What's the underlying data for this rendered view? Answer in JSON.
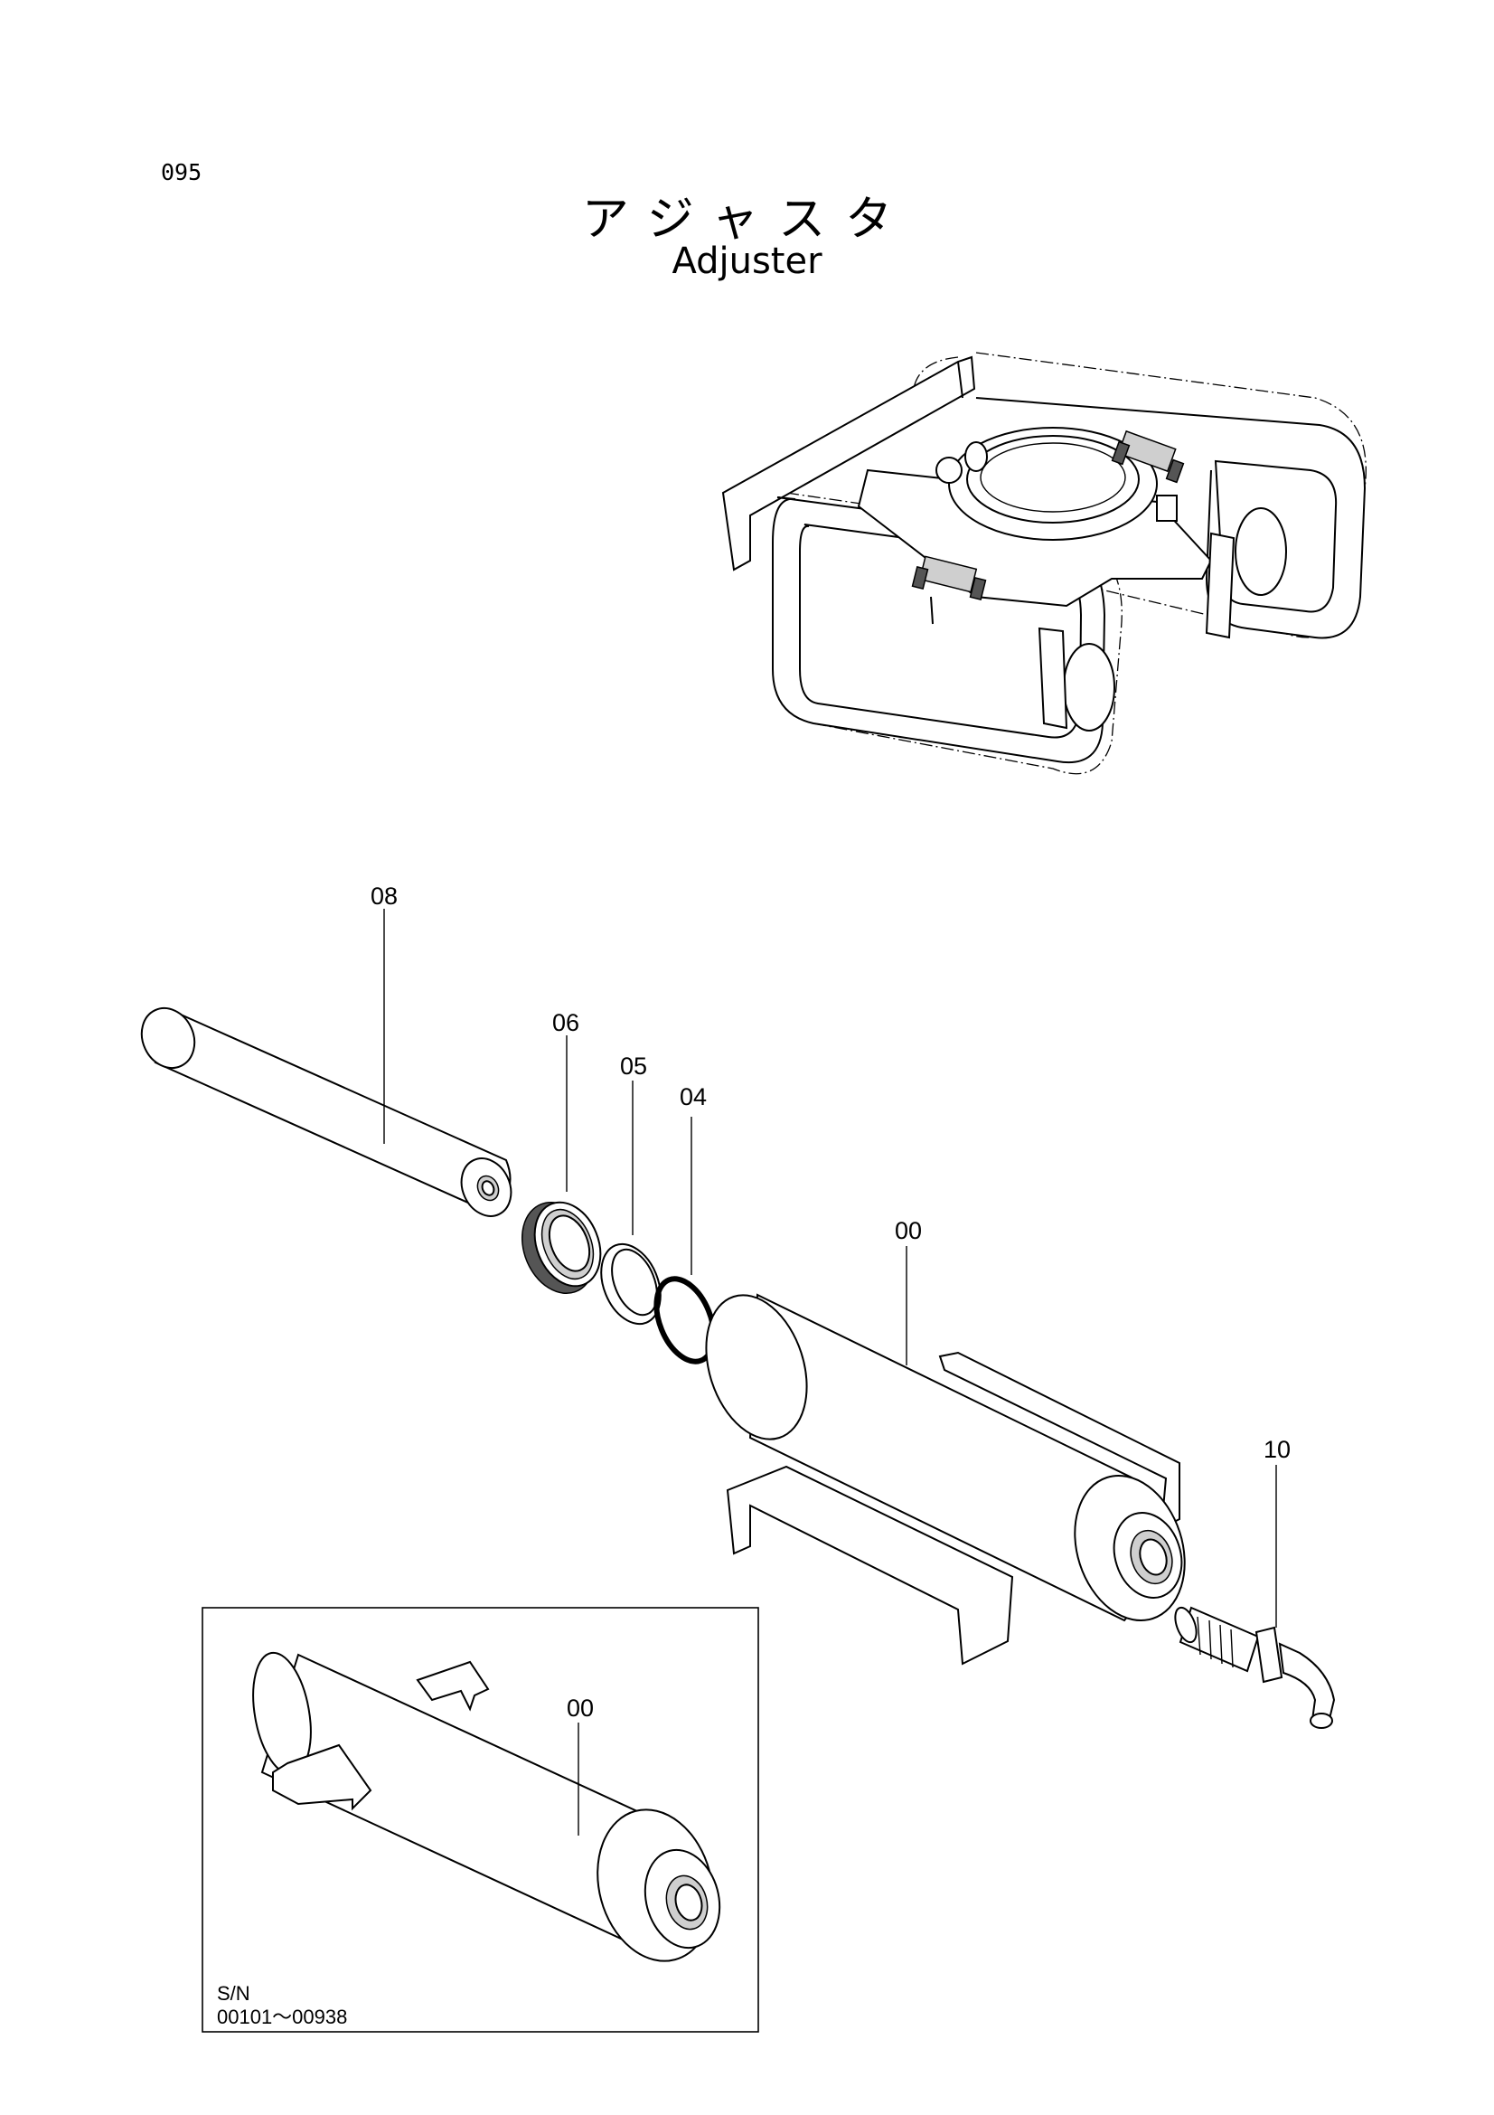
{
  "page": {
    "number": "095",
    "title_jp": "アジャスタ",
    "title_en": "Adjuster"
  },
  "callouts": {
    "c08": "08",
    "c06": "06",
    "c05": "05",
    "c04": "04",
    "c00": "00",
    "c10": "10",
    "c00_inset": "00"
  },
  "inset": {
    "sn_label": "S/N",
    "sn_range": "00101～00938"
  }
}
